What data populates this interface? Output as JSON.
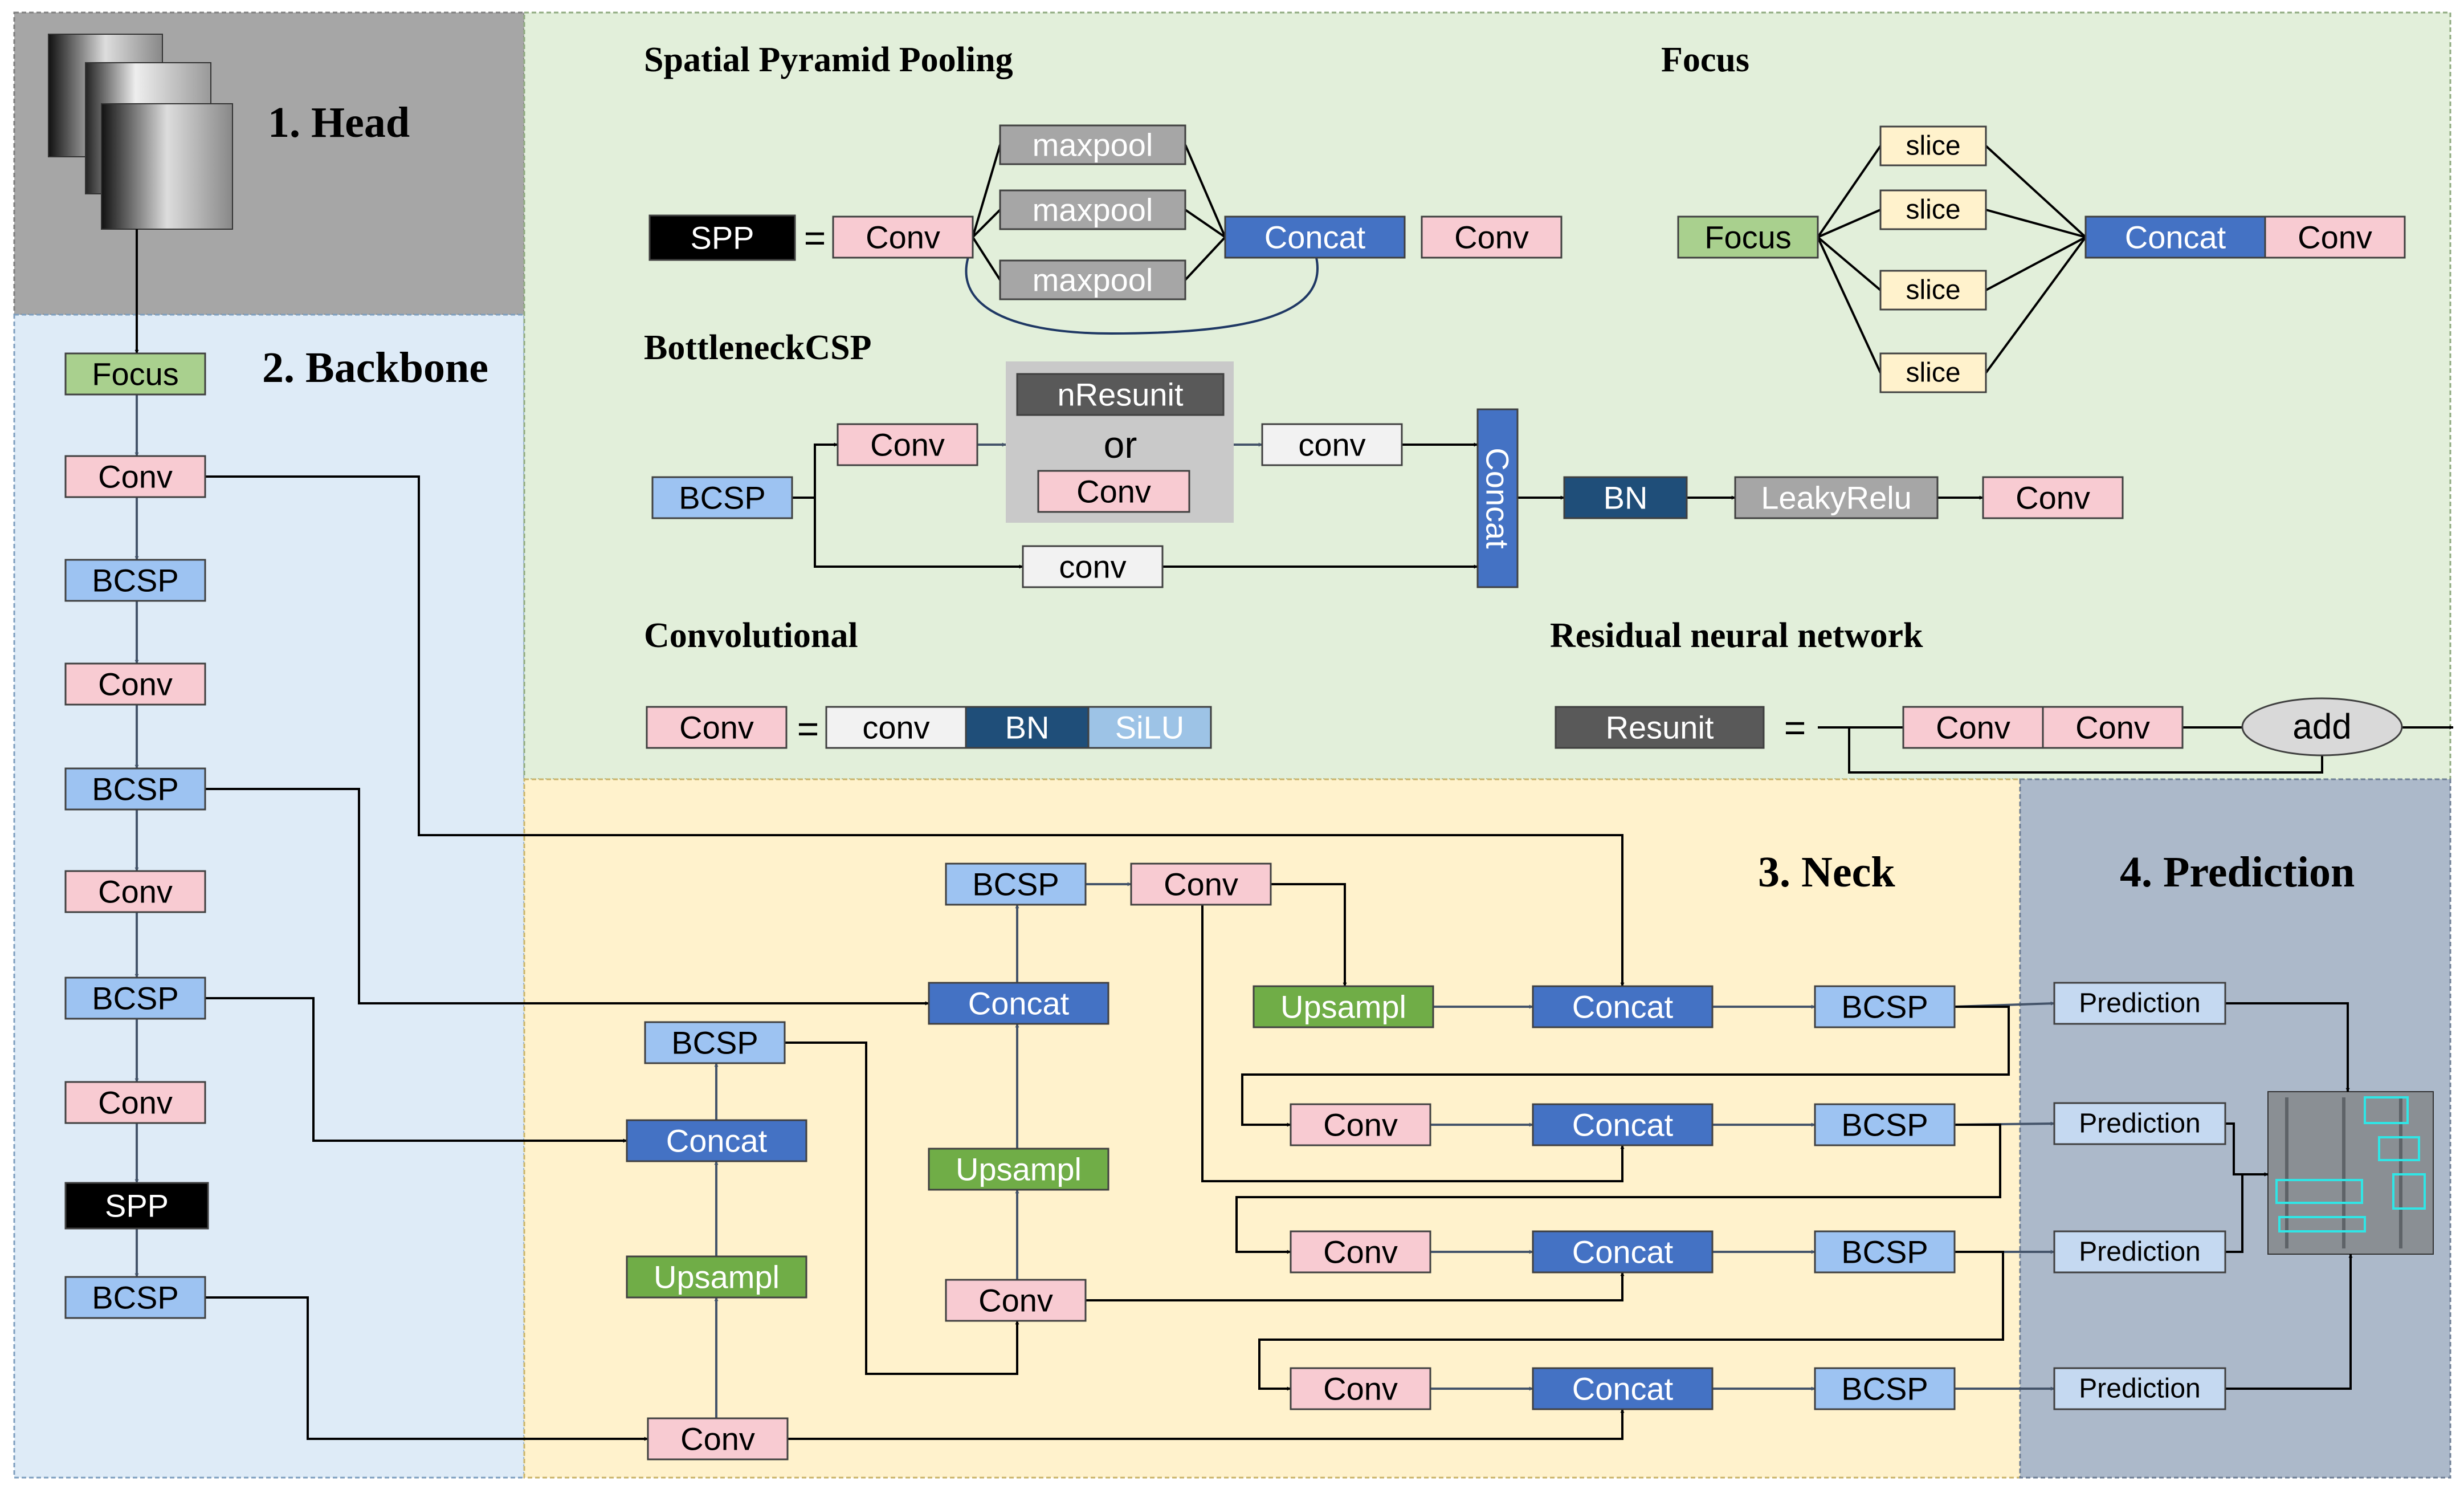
{
  "sections": {
    "head": "1. Head",
    "backbone": "2. Backbone",
    "neck": "3. Neck",
    "prediction": "4. Prediction"
  },
  "module_titles": {
    "spp": "Spatial Pyramid Pooling",
    "focus": "Focus",
    "bcsp": "BottleneckCSP",
    "conv": "Convolutional",
    "res": "Residual neural network"
  },
  "labels": {
    "focus": "Focus",
    "conv": "Conv",
    "conv_lower": "conv",
    "bcsp": "BCSP",
    "spp": "SPP",
    "maxpool": "maxpool",
    "concat": "Concat",
    "slice": "slice",
    "nresunit": "nResunit",
    "or": "or",
    "bn": "BN",
    "leakyrelu": "LeakyRelu",
    "silu": "SiLU",
    "resunit": "Resunit",
    "add": "add",
    "eq": "=",
    "upsample": "Upsampl",
    "prediction": "Prediction"
  },
  "colors": {
    "head_bg": "#a6a6a6",
    "backbone_bg": "#deebf7",
    "modules_bg": "#e2efda",
    "neck_bg": "#fff2cc",
    "prediction_bg": "#acb9ca",
    "conv_fill": "#f8cbd2",
    "bcsp_fill": "#9dc3f2",
    "focus_fill": "#a9d08e",
    "slice_fill": "#fff2cc",
    "concat_fill": "#4472c4",
    "upsample_fill": "#70ad47",
    "maxpool_fill": "#a6a6a6",
    "spp_fill": "#000000",
    "bn_fill": "#1f4e79",
    "silu_fill": "#9dc3e6",
    "leaky_fill": "#a6a6a6",
    "resunit_fill": "#595959",
    "prediction_fill": "#c5d9f1"
  }
}
